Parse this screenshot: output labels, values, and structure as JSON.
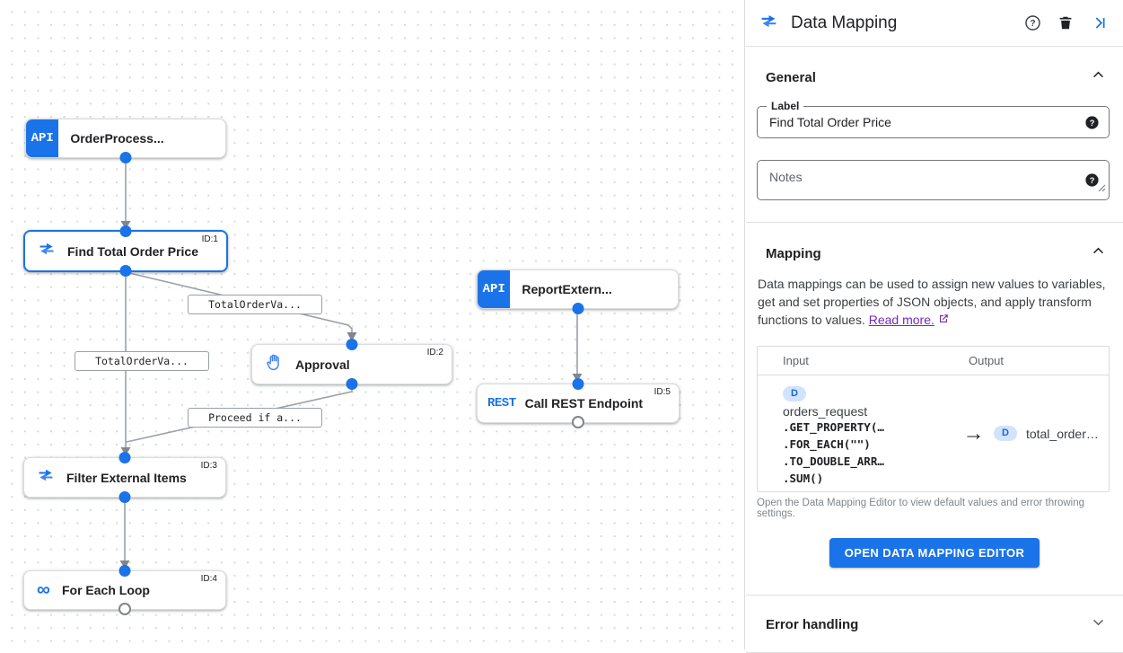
{
  "canvas": {
    "nodes": [
      {
        "badge": "API",
        "label": "OrderProcess..."
      },
      {
        "label": "Find Total Order Price",
        "id_tag": "ID:1"
      },
      {
        "badge": "API",
        "label": "ReportExtern..."
      },
      {
        "label": "Approval",
        "id_tag": "ID:2"
      },
      {
        "badge": "REST",
        "label": "Call REST Endpoint",
        "id_tag": "ID:5"
      },
      {
        "label": "Filter External Items",
        "id_tag": "ID:3"
      },
      {
        "label": "For Each Loop",
        "id_tag": "ID:4"
      }
    ],
    "edge_labels": [
      {
        "text": "TotalOrderVa..."
      },
      {
        "text": "TotalOrderVa..."
      },
      {
        "text": "Proceed if a..."
      }
    ]
  },
  "panel": {
    "title": "Data Mapping",
    "general": {
      "section_title": "General",
      "label_field": {
        "label": "Label",
        "value": "Find Total Order Price"
      },
      "notes_field": {
        "placeholder": "Notes"
      }
    },
    "mapping": {
      "section_title": "Mapping",
      "description": "Data mappings can be used to assign new values to variables, get and set properties of JSON objects, and apply transform functions to values.",
      "read_more": "Read more.",
      "table": {
        "input_header": "Input",
        "output_header": "Output",
        "input_badge": "D",
        "input_variable": "orders_request",
        "input_code_lines": [
          ".GET_PROPERTY(…",
          ".FOR_EACH(\"\")",
          ".TO_DOUBLE_ARR…",
          ".SUM()"
        ],
        "output_badge": "D",
        "output_variable": "total_order…",
        "arrow": "→"
      },
      "helper_text": "Open the Data Mapping Editor to view default values and error throwing settings.",
      "button_label": "OPEN DATA MAPPING EDITOR"
    },
    "error_handling": {
      "section_title": "Error handling"
    }
  },
  "colors": {
    "accent_blue": "#1a73e8",
    "link_purple": "#7627bb",
    "badge_bg": "#d2e3fc",
    "badge_text": "#1967d2",
    "edge_gray": "#9aa0a6"
  }
}
